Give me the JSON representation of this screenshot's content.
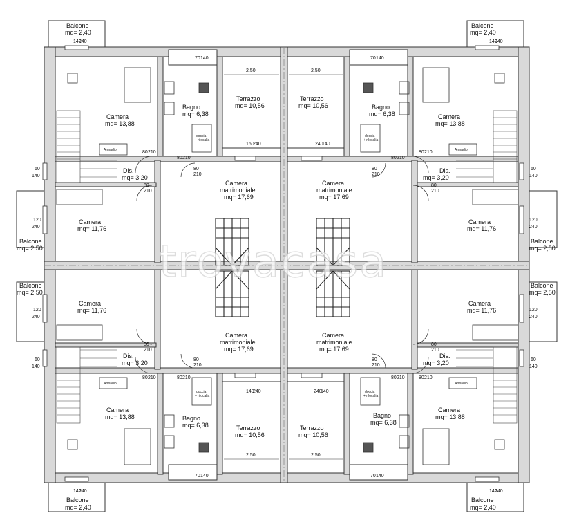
{
  "watermark": "trovacasa",
  "rooms": {
    "balcone": "Balcone",
    "balcone_240": "mq= 2,40",
    "balcone_250": "mq= 2,50",
    "camera": "Camera",
    "camera_1388": "mq= 13,88",
    "camera_1176": "mq= 11,76",
    "bagno": "Bagno",
    "bagno_area": "mq= 6,38",
    "terrazzo": "Terrazzo",
    "terrazzo_area": "mq= 10,56",
    "dis": "Dis.",
    "dis_area": "mq= 3,20",
    "matr_1": "Camera",
    "matr_2": "matrimoniale",
    "matr_area": "mq= 17,69",
    "armadio": "Armadio",
    "doccia_1": "doccia",
    "doccia_2": "+ rilocalia"
  },
  "dims": {
    "width_250": "2.50",
    "d140": "140",
    "d240": "240",
    "d70": "70",
    "d80": "80",
    "d210": "210",
    "d60": "60",
    "d120": "120",
    "d160": "160"
  }
}
